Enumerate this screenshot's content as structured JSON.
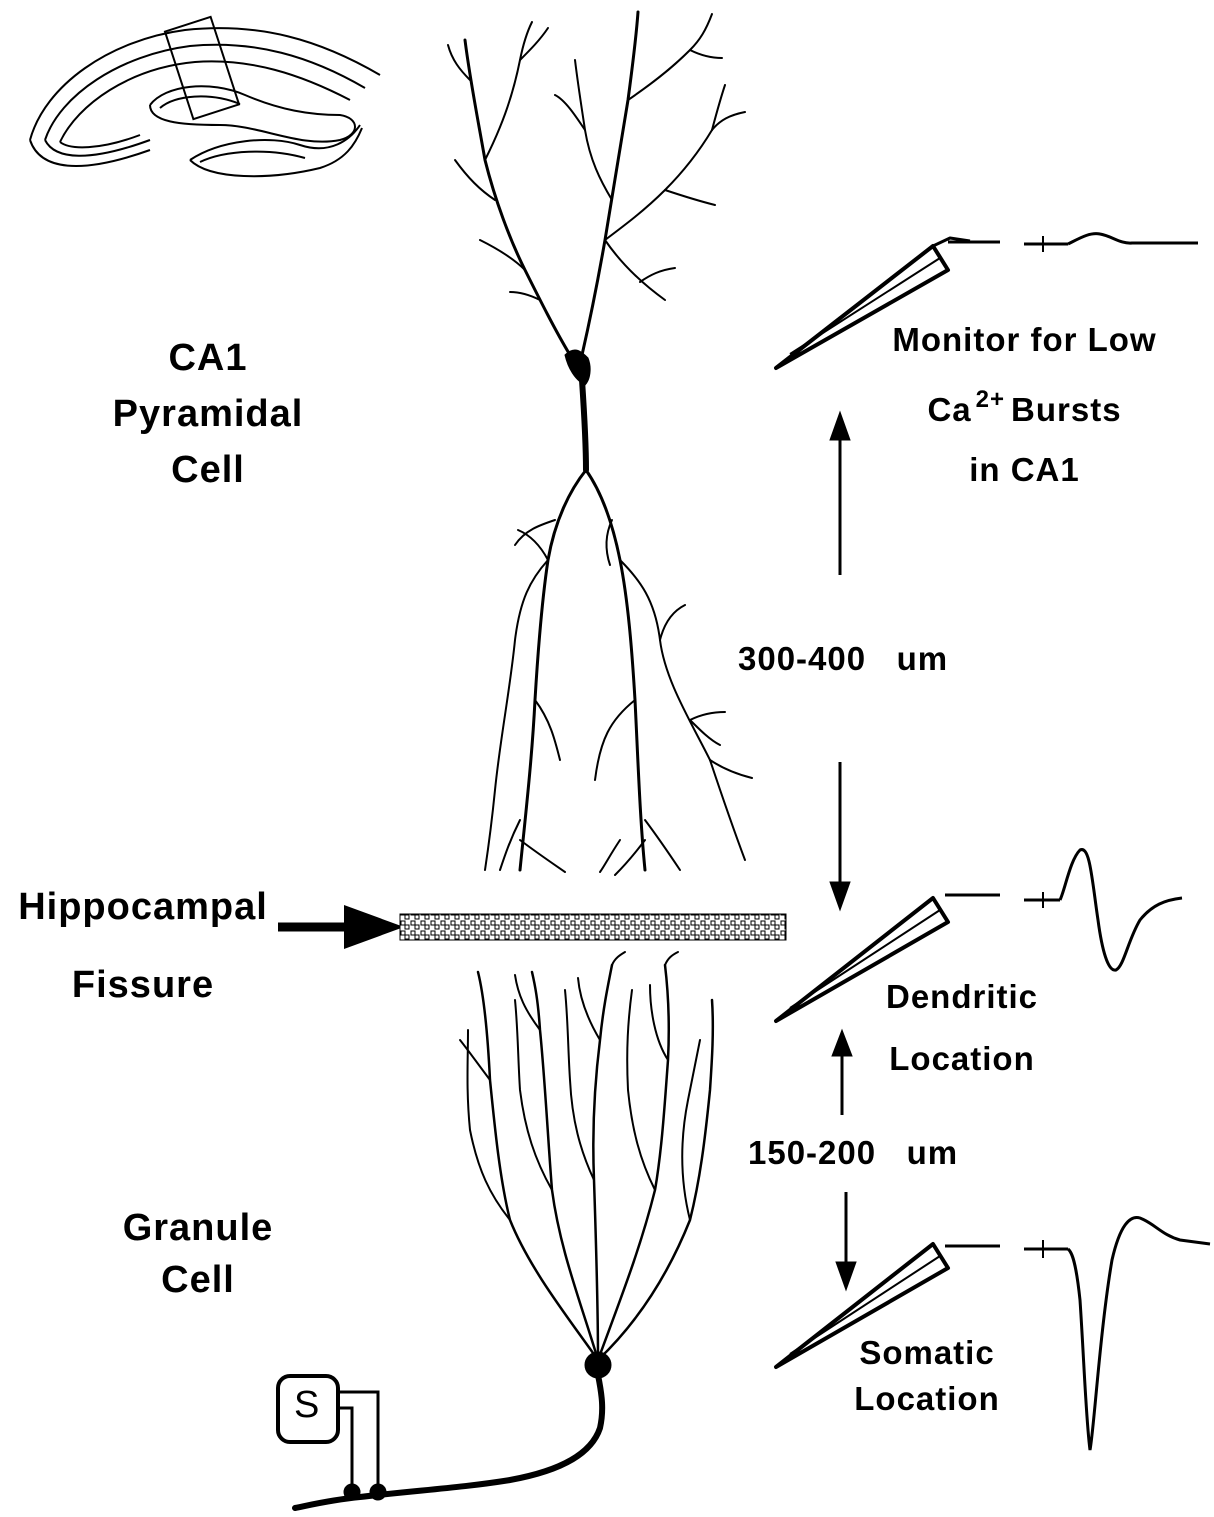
{
  "labels": {
    "pyramidal_cell": [
      "CA1",
      "Pyramidal",
      "Cell"
    ],
    "granule_cell": [
      "Granule",
      "Cell"
    ],
    "fissure": [
      "Hippocampal",
      "Fissure"
    ],
    "monitor": {
      "line1": "Monitor for Low",
      "line2_prefix": "Ca",
      "line2_sup": "2+",
      "line2_suffix": "Bursts",
      "line3": "in CA1"
    },
    "distance_upper": "300-400   um",
    "distance_lower": "150-200   um",
    "dendritic": [
      "Dendritic",
      "Location"
    ],
    "somatic": [
      "Somatic",
      "Location"
    ],
    "stimulator": "S"
  }
}
